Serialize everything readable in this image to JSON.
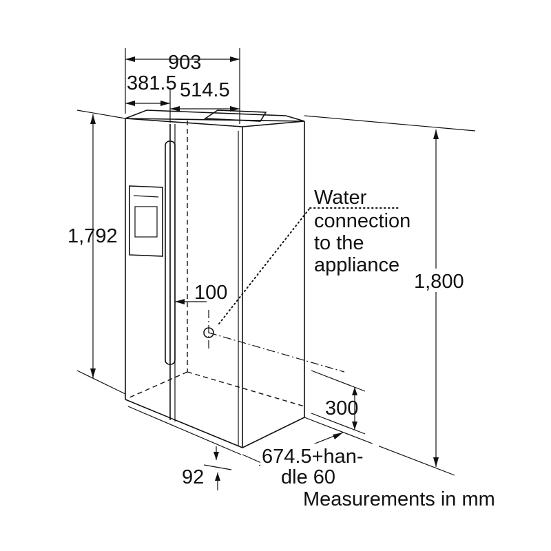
{
  "labels": {
    "width_total": "903",
    "width_left": "381.5",
    "width_right": "514.5",
    "height_door": "1,792",
    "height_total": "1,800",
    "water_line1": "Water",
    "water_line2": "connection",
    "water_line3": "to the",
    "water_line4": "appliance",
    "hose_offset": "100",
    "hose_height": "300",
    "depth_line1": "674.5+han-",
    "depth_line2": "dle 60",
    "door_gap": "92",
    "units": "Measurements in mm"
  }
}
